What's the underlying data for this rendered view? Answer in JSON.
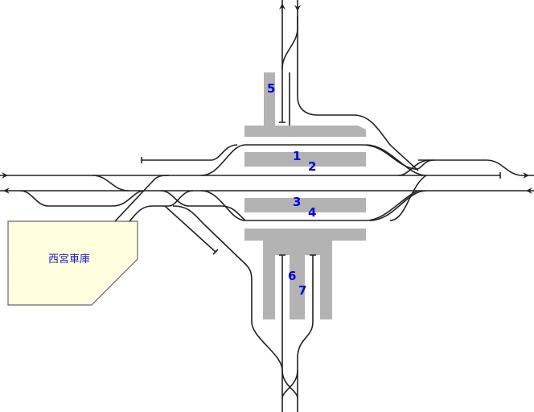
{
  "diagram": {
    "depot": {
      "label": "西宮車庫",
      "fill": "#ffffe0"
    },
    "track_numbers": [
      "1",
      "2",
      "3",
      "4",
      "5",
      "6",
      "7"
    ],
    "colors": {
      "platform": "#b3b3b3",
      "track": "#222222",
      "number": "#0000e0"
    }
  }
}
